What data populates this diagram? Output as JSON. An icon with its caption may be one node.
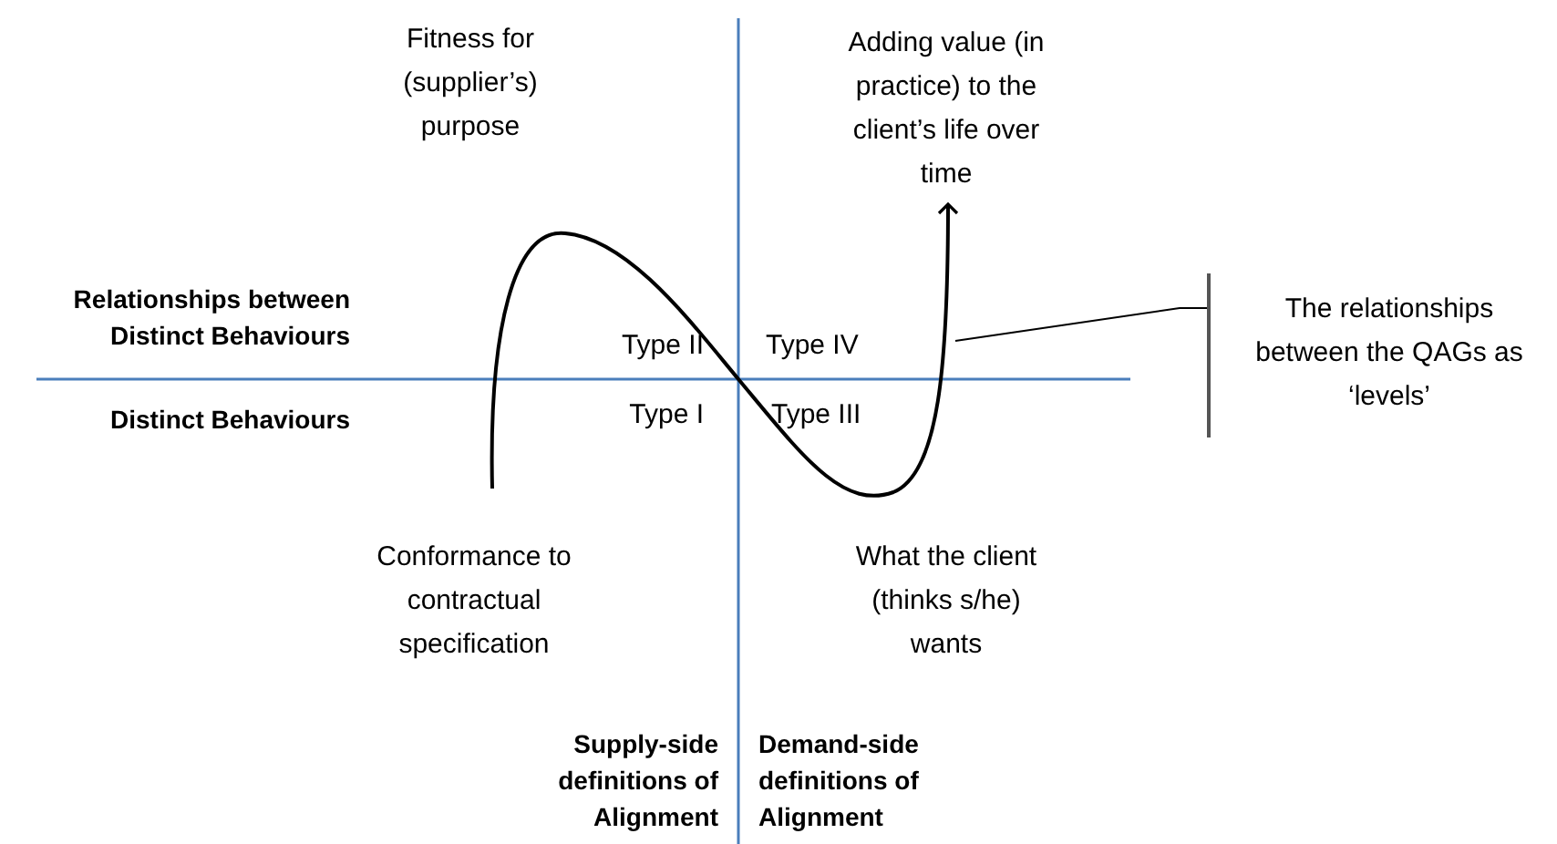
{
  "diagram": {
    "nodes": [
      {
        "text": [
          "The relationships between the QAGs as ‘levels’"
        ]
      },
      {
        "text": [],
        "shape": "bar"
      }
    ],
    "edges": [
      {
        "from": null,
        "to": 1,
        "arrow": "none"
      }
    ],
    "labels": [
      "Fitness for (supplier’s) purpose",
      "Adding value (in practice) to the client’s life over time",
      "Relationships between Distinct Behaviours",
      "Type II",
      "Type IV",
      "Distinct Behaviours",
      "Type I",
      "Type III",
      "Conformance to contractual specification",
      "What the client (thinks s/he) wants",
      "Supply-side definitions of Alignment",
      "Demand-side definitions of Alignment"
    ]
  }
}
